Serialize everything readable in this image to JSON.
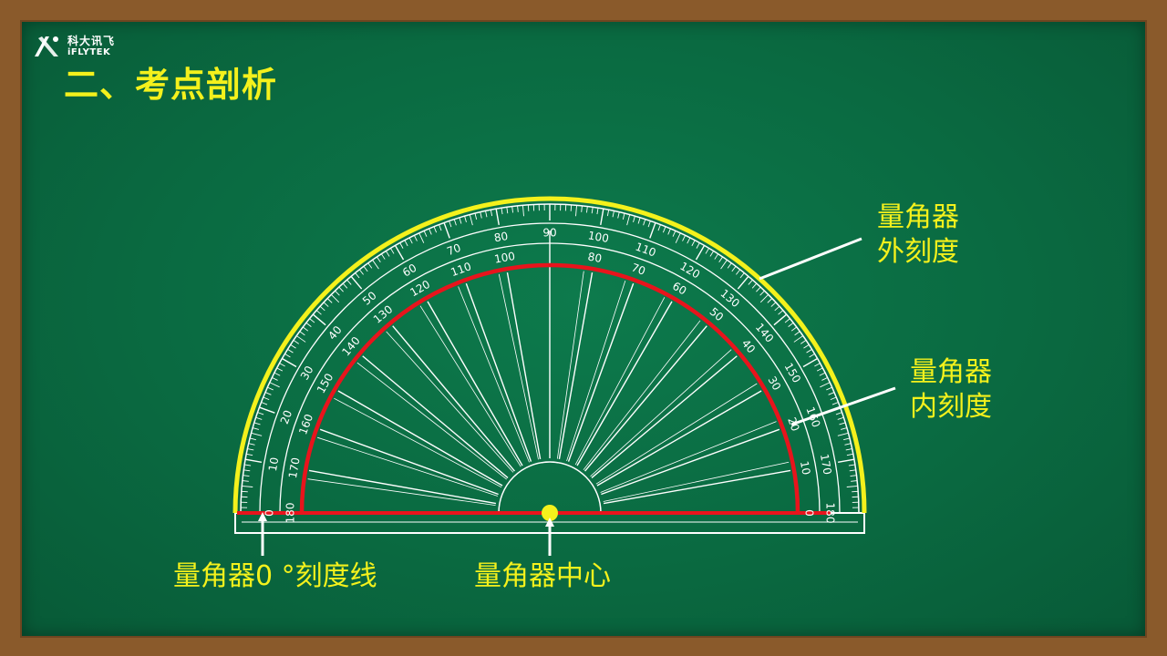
{
  "brand": {
    "name_cn": "科大讯飞",
    "name_en": "iFLYTEK"
  },
  "title": "二、考点剖析",
  "labels": {
    "outer_scale_line1": "量角器",
    "outer_scale_line2": "外刻度",
    "inner_scale_line1": "量角器",
    "inner_scale_line2": "内刻度",
    "zero_line": "量角器0 °刻度线",
    "center": "量角器中心"
  },
  "protractor": {
    "outer_scale_labels": [
      "0",
      "10",
      "20",
      "30",
      "40",
      "50",
      "60",
      "70",
      "80",
      "90",
      "100",
      "110",
      "120",
      "130",
      "140",
      "150",
      "160",
      "170",
      "180"
    ],
    "inner_scale_labels": [
      "180",
      "170",
      "160",
      "150",
      "140",
      "130",
      "120",
      "110",
      "100",
      "80",
      "70",
      "60",
      "50",
      "40",
      "30",
      "20",
      "10",
      "0"
    ],
    "colors": {
      "board": "#0a6a41",
      "frame": "#8a5a2b",
      "highlight_yellow": "#f4f11c",
      "inner_red": "#e8141c",
      "ruler_lines": "#ffffff"
    }
  }
}
